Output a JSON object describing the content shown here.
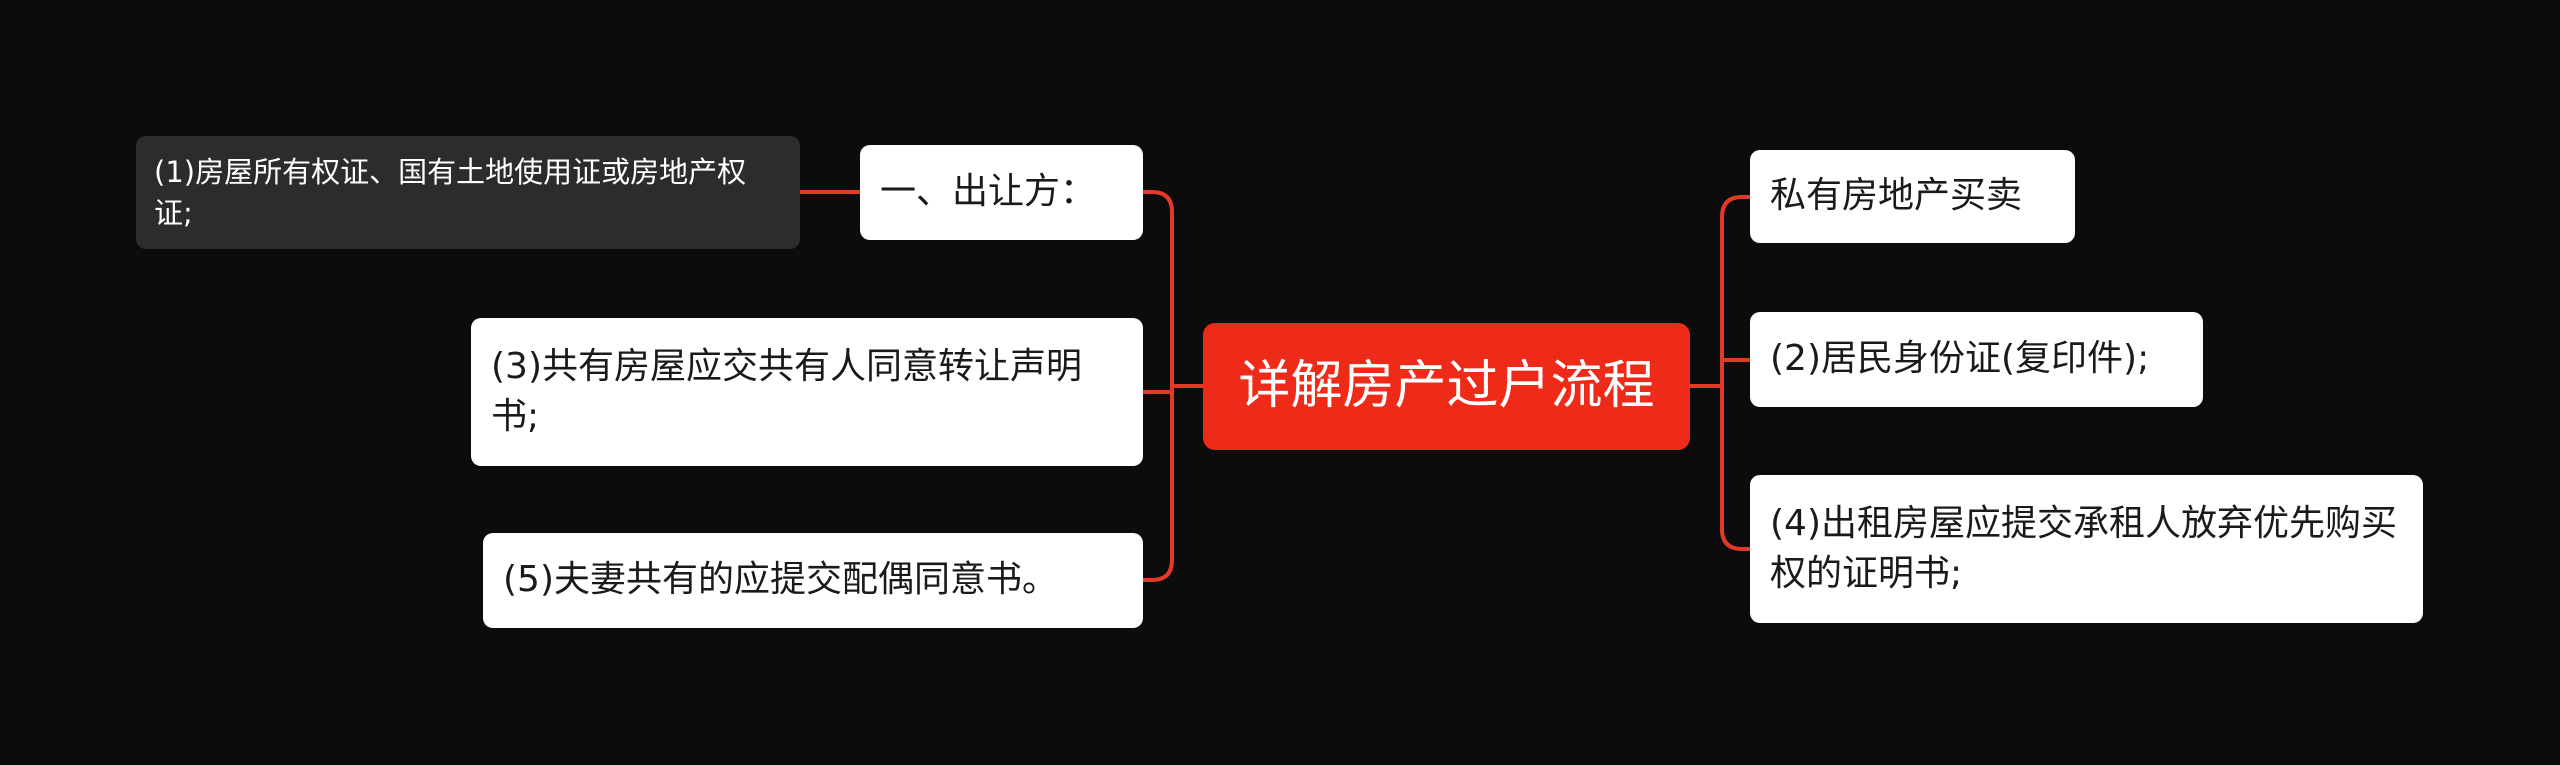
{
  "mindmap": {
    "center": {
      "label": "详解房产过户流程"
    },
    "left": [
      {
        "label": "一、出让方：",
        "children": [
          {
            "label": "(1)房屋所有权证、国有土地使用证或房地产权证;"
          }
        ]
      },
      {
        "label": "(3)共有房屋应交共有人同意转让声明书;"
      },
      {
        "label": "(5)夫妻共有的应提交配偶同意书。"
      }
    ],
    "right": [
      {
        "label": "私有房地产买卖"
      },
      {
        "label": "(2)居民身份证(复印件);"
      },
      {
        "label": "(4)出租房屋应提交承租人放弃优先购买权的证明书;"
      }
    ]
  },
  "colors": {
    "background": "#0c0c0d",
    "center_fill": "#ee2a18",
    "connector": "#e23a26",
    "node_fill": "#ffffff",
    "detail_fill": "#2c2c2e"
  }
}
